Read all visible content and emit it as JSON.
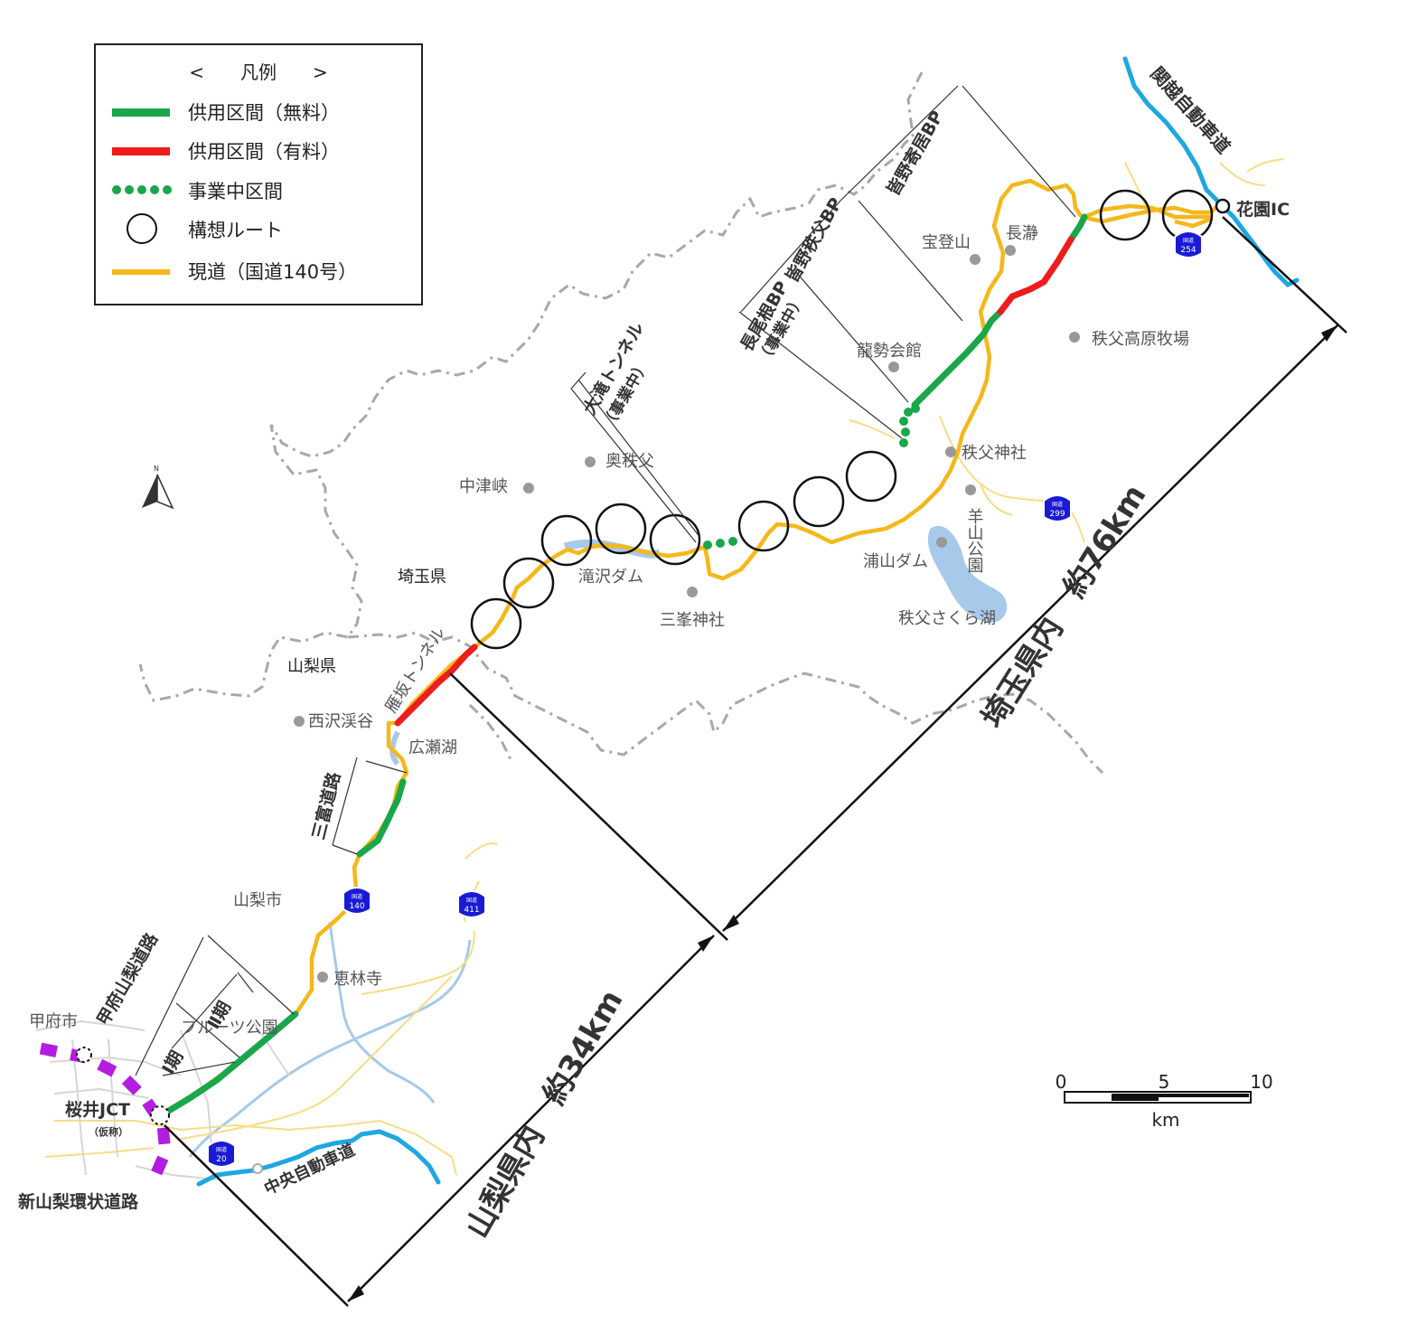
{
  "legend": {
    "title": "<　　凡例　　>",
    "items": [
      {
        "label": "供用区間（無料）",
        "kind": "line",
        "color": "#1aa64a"
      },
      {
        "label": "供用区間（有料）",
        "kind": "line",
        "color": "#ee1c1c"
      },
      {
        "label": "事業中区間",
        "kind": "dots",
        "color": "#1aa64a"
      },
      {
        "label": "構想ルート",
        "kind": "circle",
        "color": "#111111"
      },
      {
        "label": "現道（国道140号）",
        "kind": "line",
        "color": "#f5b81a"
      }
    ]
  },
  "colors": {
    "free_section": "#1aa64a",
    "toll_section": "#ee1c1c",
    "current_road": "#f5b81a",
    "expressway": "#1ea7e1",
    "ring_road": "#b31de0",
    "water": "#a7c9ea",
    "boundary": "#a8a8a8",
    "route_shield": "#1a1ad6"
  },
  "places": {
    "saitama_pref": "埼玉県",
    "yamanashi_pref": "山梨県",
    "kofu_city": "甲府市",
    "yamanashi_city": "山梨市",
    "hodosan": "宝登山",
    "nagatoro": "長瀞",
    "ryuseikaikan": "龍勢会館",
    "chichibu_kogen": "秩父高原牧場",
    "chichibu_jinja": "秩父神社",
    "hitsujiyama": "羊山公園",
    "okuchichibu": "奥秩父",
    "nakatsukyo": "中津峡",
    "urayama_dam": "浦山ダム",
    "chichibu_sakura_lake": "秩父さくら湖",
    "takizawa_dam": "滝沢ダム",
    "mitsumine": "三峯神社",
    "nishizawa": "西沢渓谷",
    "hirose_lake": "広瀬湖",
    "erinji": "恵林寺",
    "fruit_park": "フルーツ公園"
  },
  "road_labels": {
    "kanetsu": "関越自動車道",
    "chuo": "中央自動車道",
    "shin_yamanashi_ring": "新山梨環状道路",
    "sakurai_jct": "桜井JCT",
    "sakurai_jct_note": "（仮称）",
    "hanazono_ic": "花園IC",
    "minano_yorii_bp": "皆野寄居BP",
    "minano_chichibu_bp": "皆野秩父BP",
    "nagao_bp": "長尾根BP",
    "nagao_bp_note": "（事業中）",
    "otaki_tunnel": "大滝トンネル",
    "otaki_tunnel_note": "（事業中）",
    "karisaka_tunnel": "雁坂トンネル",
    "mitomi_road": "三富道路",
    "kofu_yamanashi_road": "甲府山梨道路",
    "phase2": "Ⅱ期",
    "phase1": "Ⅰ期"
  },
  "route_shields": [
    {
      "id": "r140",
      "kanji": "国道",
      "num": "140"
    },
    {
      "id": "r411",
      "kanji": "国道",
      "num": "411"
    },
    {
      "id": "r299",
      "kanji": "国道",
      "num": "299"
    },
    {
      "id": "r254",
      "kanji": "国道",
      "num": "254"
    },
    {
      "id": "r20",
      "kanji": "国道",
      "num": "20"
    }
  ],
  "distances": {
    "saitama": "埼玉県内　約76km",
    "yamanashi": "山梨県内　約34km"
  },
  "scale": {
    "ticks": [
      "0",
      "5",
      "10"
    ],
    "unit": "km"
  }
}
